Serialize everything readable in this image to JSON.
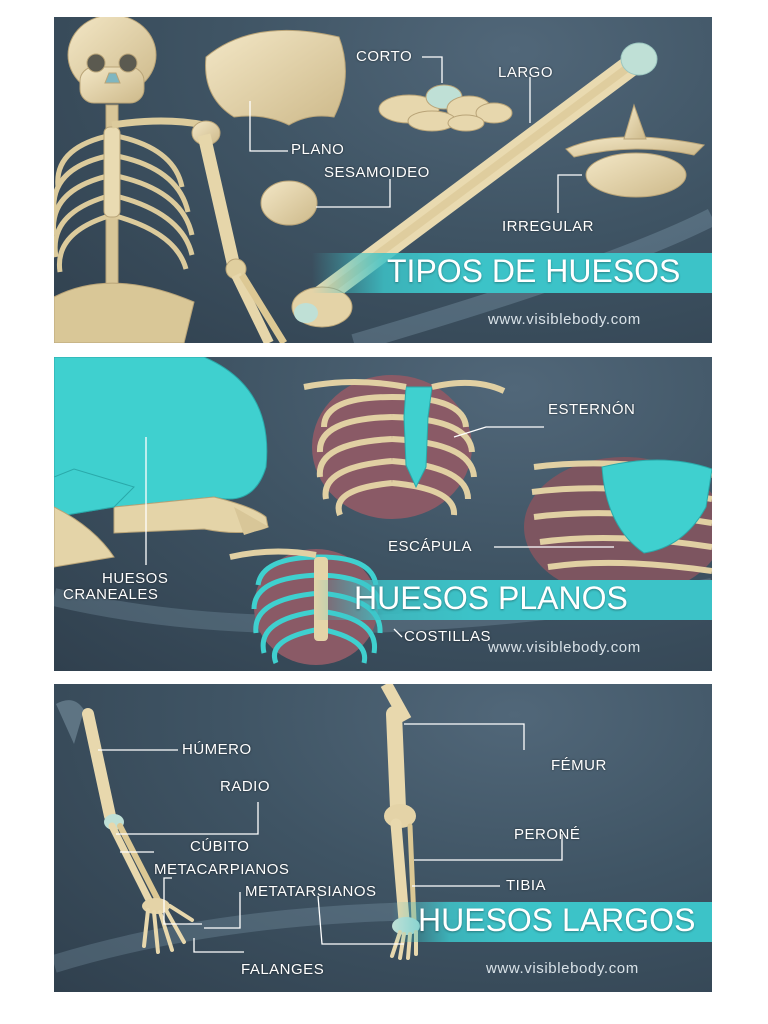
{
  "panels": [
    {
      "title": "TIPOS DE HUESOS",
      "watermark": "www.visiblebody.com",
      "labels": {
        "corto": "CORTO",
        "largo": "LARGO",
        "plano": "PLANO",
        "sesamoideo": "SESAMOIDEO",
        "irregular": "IRREGULAR"
      }
    },
    {
      "title": "HUESOS PLANOS",
      "watermark": "www.visiblebody.com",
      "labels": {
        "esternon": "ESTERNÓN",
        "escapula": "ESCÁPULA",
        "huesos": "HUESOS",
        "craneales": "CRANEALES",
        "costillas": "COSTILLAS"
      }
    },
    {
      "title": "HUESOS LARGOS",
      "watermark": "www.visiblebody.com",
      "labels": {
        "humero": "HÚMERO",
        "radio": "RADIO",
        "cubito": "CÚBITO",
        "metacarpianos": "METACARPIANOS",
        "metatarsianos": "METATARSIANOS",
        "falanges": "FALANGES",
        "femur": "FÉMUR",
        "perone": "PERONÉ",
        "tibia": "TIBIA"
      }
    }
  ],
  "colors": {
    "accent_cyan": "#3cc3c8",
    "bone": "#e8d9b0",
    "panel_bg": "#3f5464"
  }
}
